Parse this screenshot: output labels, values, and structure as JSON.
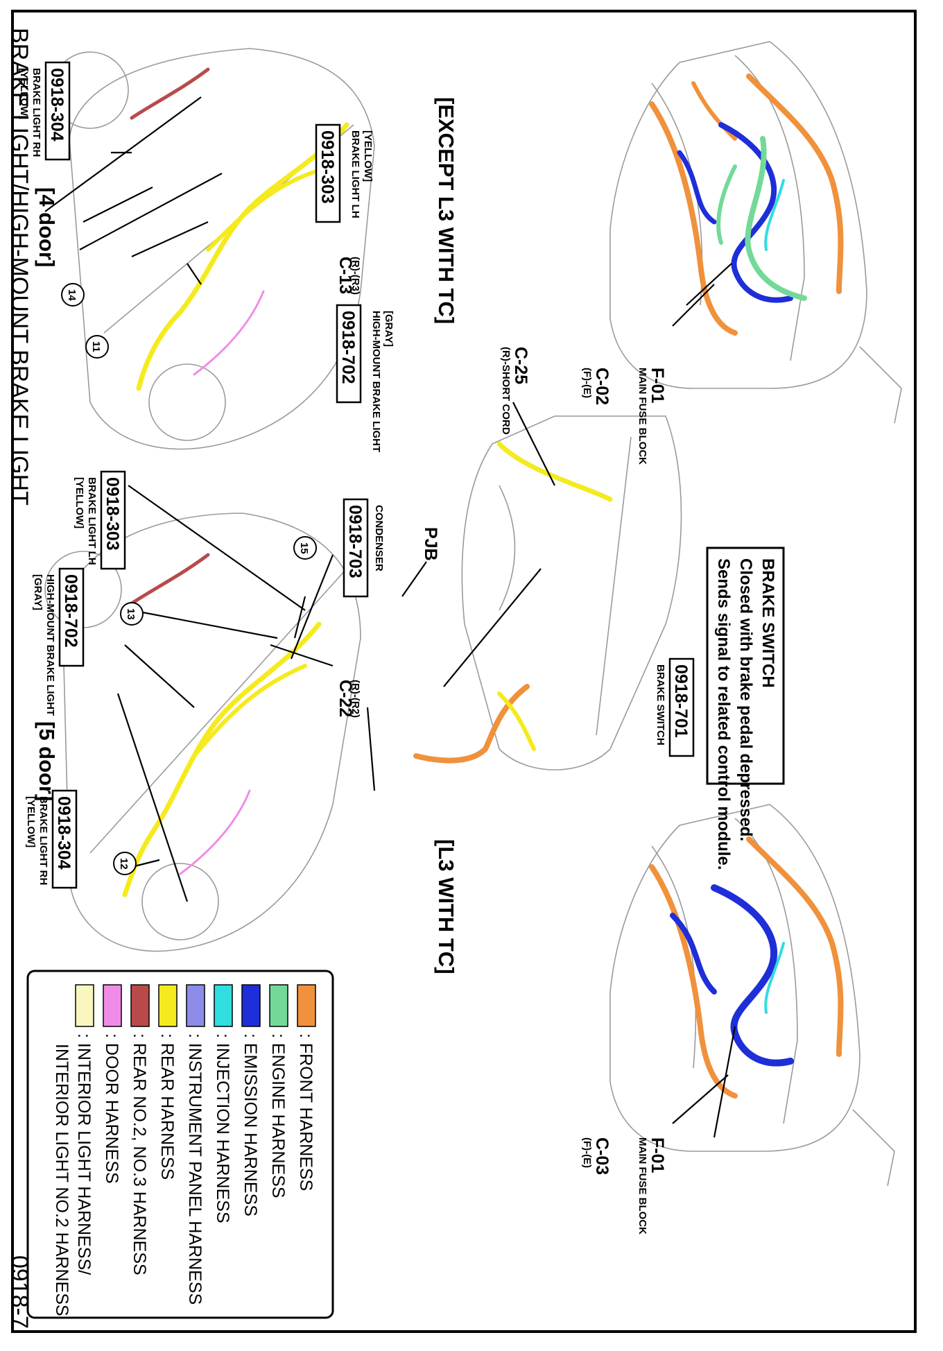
{
  "page": {
    "title": "BRAKE LIGHT/HIGH-MOUNT BRAKE LIGHT",
    "page_number": "0918-7"
  },
  "sections": {
    "except_l3": "[EXCEPT L3 WITH TC]",
    "l3": "[L3 WITH TC]",
    "four_door": "[4 door]",
    "five_door": "[5 door]"
  },
  "brake_switch_box": {
    "title": "BRAKE SWITCH",
    "line1": "Closed with brake pedal depressed.",
    "line2": "Sends signal to related control module."
  },
  "labels": {
    "f01_a": "F-01",
    "f01_a_sub": "MAIN FUSE BLOCK",
    "c02": "C-02",
    "c02_sub": "(F)-(E)",
    "c25": "C-25",
    "c25_sub": "(R)-SHORT CORD",
    "pjb": "PJB",
    "brake_sw_code": "0918-701",
    "brake_sw_name": "BRAKE SWITCH",
    "f01_b": "F-01",
    "f01_b_sub": "MAIN FUSE BLOCK",
    "c03": "C-03",
    "c03_sub": "(F)-(E)",
    "d4_rh_code": "0918-304",
    "d4_rh_l1": "BRAKE LIGHT RH",
    "d4_rh_l2": "[YELLOW]",
    "d4_lh_code": "0918-303",
    "d4_lh_l1": "BRAKE LIGHT LH",
    "d4_lh_l2": "[YELLOW]",
    "c13": "C-13",
    "c13_sub": "(R)-(R3)",
    "d4_hm_code": "0918-702",
    "d4_hm_l1": "HIGH-MOUNT BRAKE LIGHT",
    "d4_hm_l2": "[GRAY]",
    "n14": "14",
    "n11": "11",
    "d5_lh_code": "0918-303",
    "d5_lh_l1": "BRAKE LIGHT LH",
    "d5_lh_l2": "[YELLOW]",
    "d5_cond_code": "0918-703",
    "d5_cond_name": "CONDENSER",
    "n15": "15",
    "n13": "13",
    "c22": "C-22",
    "c22_sub": "(R)-(R2)",
    "d5_hm_code": "0918-702",
    "d5_hm_l1": "HIGH-MOUNT BRAKE LIGHT",
    "d5_hm_l2": "[GRAY]",
    "d5_rh_code": "0918-304",
    "d5_rh_l1": "BRAKE LIGHT RH",
    "d5_rh_l2": "[YELLOW]",
    "n12": "12"
  },
  "legend": [
    {
      "color": "#F0913C",
      "label": ": FRONT HARNESS"
    },
    {
      "color": "#74D998",
      "label": ": ENGINE HARNESS"
    },
    {
      "color": "#1E2ED8",
      "label": ": EMISSION HARNESS"
    },
    {
      "color": "#30DDE0",
      "label": ": INJECTION HARNESS"
    },
    {
      "color": "#8C8CE8",
      "label": ": INSTRUMENT PANEL HARNESS"
    },
    {
      "color": "#F5EA1E",
      "label": ": REAR HARNESS"
    },
    {
      "color": "#B94A4A",
      "label": ": REAR NO.2, NO.3 HARNESS"
    },
    {
      "color": "#F08CE8",
      "label": ": DOOR HARNESS"
    },
    {
      "color": "#FAF6C0",
      "label": ": INTERIOR LIGHT HARNESS/",
      "label2": "INTERIOR LIGHT NO.2 HARNESS"
    }
  ],
  "colors": {
    "front": "#F0913C",
    "engine": "#74D998",
    "emission": "#1E2ED8",
    "injection": "#30DDE0",
    "rear": "#F5EA1E",
    "rear2": "#B94A4A",
    "door": "#F08CE8"
  }
}
